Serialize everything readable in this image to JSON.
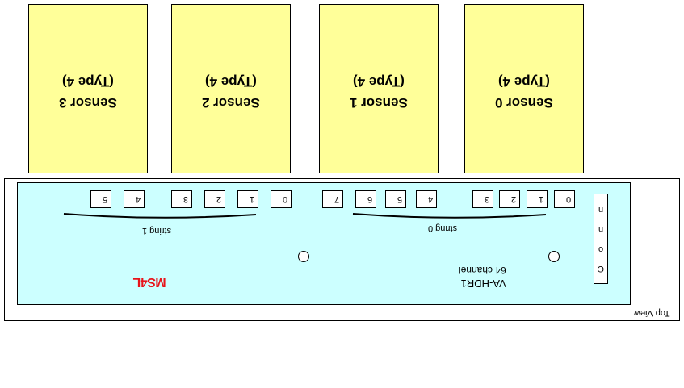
{
  "sensors": [
    {
      "name": "Sensor 0",
      "type": "(Type 4)"
    },
    {
      "name": "Sensor 1",
      "type": "(Type 4)"
    },
    {
      "name": "Sensor 2",
      "type": "(Type 4)"
    },
    {
      "name": "Sensor 3",
      "type": "(Type 4)"
    }
  ],
  "strings": [
    {
      "label": "string 0",
      "pins": [
        "0",
        "1",
        "2",
        "3",
        "4",
        "5",
        "6",
        "7"
      ]
    },
    {
      "label": "string 1",
      "pins": [
        "0",
        "1",
        "2",
        "3",
        "4",
        "5"
      ]
    }
  ],
  "board": {
    "model": "VA-HDR1",
    "channels": "64 channel",
    "brand": "MS4L",
    "connector_letters": [
      "C",
      "o",
      "n",
      "n"
    ],
    "board_color": "#ccffff",
    "sensor_color": "#ffff99",
    "brand_color": "#e8141a"
  },
  "view_label": "Top View"
}
